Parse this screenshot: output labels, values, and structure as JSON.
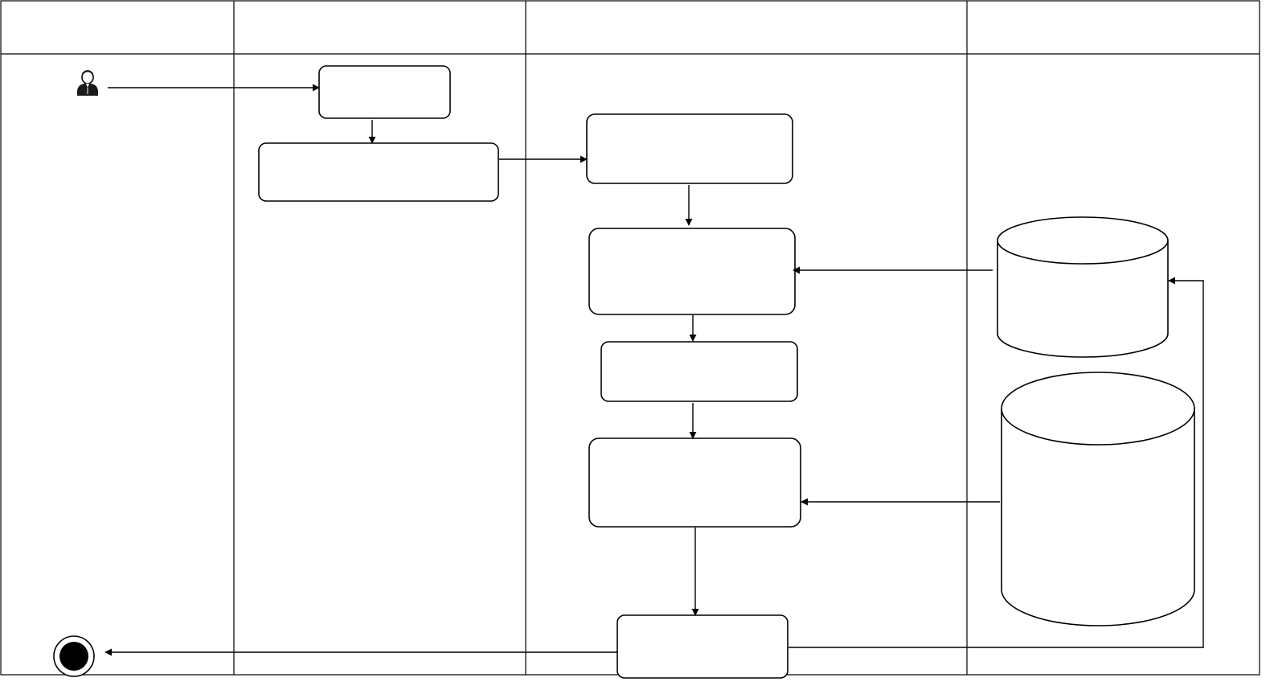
{
  "diagram": {
    "type": "swimlane-activity",
    "lanes": [
      {
        "id": "lane-1",
        "title": ""
      },
      {
        "id": "lane-2",
        "title": ""
      },
      {
        "id": "lane-3",
        "title": ""
      },
      {
        "id": "lane-4",
        "title": ""
      }
    ],
    "nodes": [
      {
        "id": "start-actor",
        "kind": "actor",
        "label": "",
        "icon": "user-icon"
      },
      {
        "id": "activity-1",
        "kind": "activity",
        "label": ""
      },
      {
        "id": "activity-2",
        "kind": "activity",
        "label": ""
      },
      {
        "id": "activity-3",
        "kind": "activity",
        "label": ""
      },
      {
        "id": "activity-4",
        "kind": "activity",
        "label": ""
      },
      {
        "id": "activity-5",
        "kind": "activity",
        "label": ""
      },
      {
        "id": "activity-6",
        "kind": "activity",
        "label": ""
      },
      {
        "id": "activity-7",
        "kind": "activity",
        "label": ""
      },
      {
        "id": "database-1",
        "kind": "datastore",
        "label": ""
      },
      {
        "id": "database-2",
        "kind": "datastore",
        "label": ""
      },
      {
        "id": "end-node",
        "kind": "final",
        "label": ""
      }
    ],
    "edges": [
      {
        "from": "start-actor",
        "to": "activity-1"
      },
      {
        "from": "activity-1",
        "to": "activity-2"
      },
      {
        "from": "activity-2",
        "to": "activity-3"
      },
      {
        "from": "activity-3",
        "to": "activity-4"
      },
      {
        "from": "database-1",
        "to": "activity-4"
      },
      {
        "from": "activity-4",
        "to": "activity-5"
      },
      {
        "from": "activity-5",
        "to": "activity-6"
      },
      {
        "from": "database-2",
        "to": "activity-6"
      },
      {
        "from": "activity-6",
        "to": "activity-7"
      },
      {
        "from": "activity-7",
        "to": "end-node"
      },
      {
        "from": "activity-7",
        "to": "database-1"
      }
    ]
  }
}
